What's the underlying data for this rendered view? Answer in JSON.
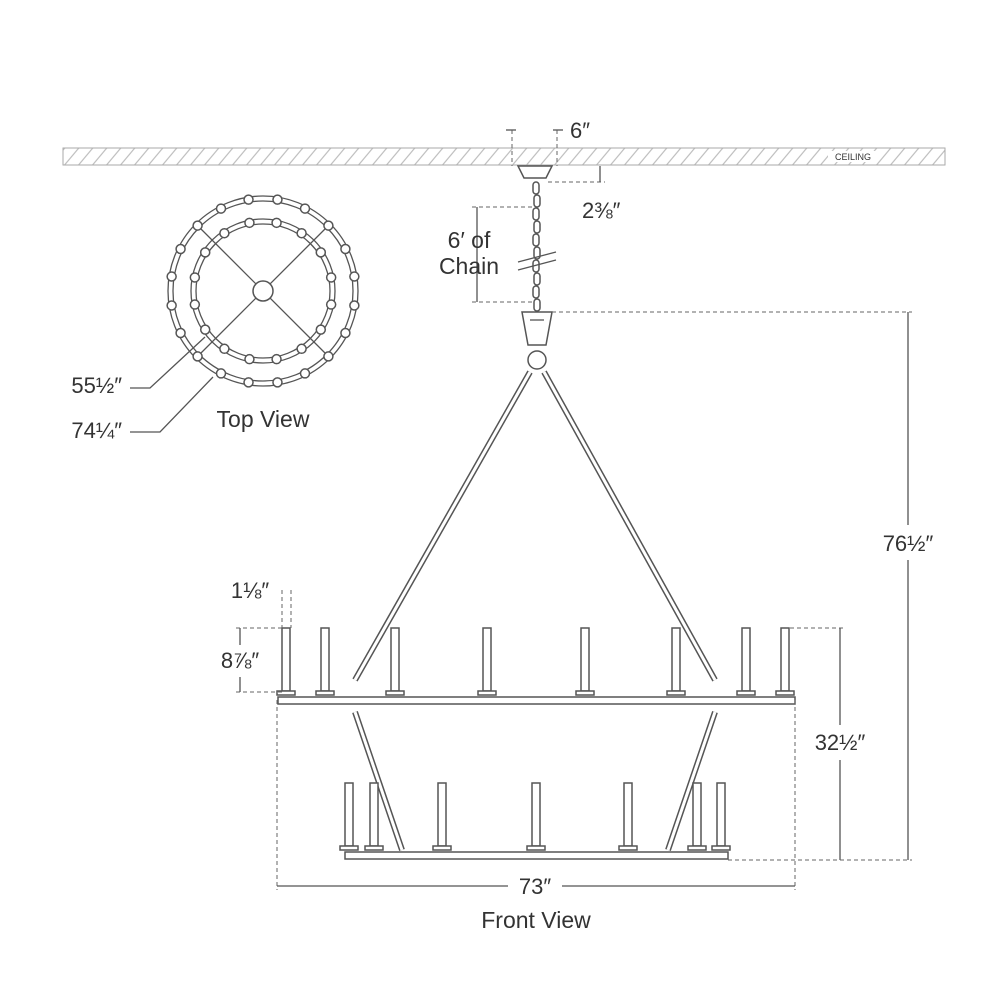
{
  "ceiling_label": "CEILING",
  "dimensions": {
    "canopy_width": "6″",
    "canopy_height": "2⅜″",
    "chain_line1": "6′ of",
    "chain_line2": "Chain",
    "overall_height": "76½″",
    "body_height": "32½″",
    "overall_width": "73″",
    "candle_width": "1⅛″",
    "candle_height": "8⅞″",
    "inner_diameter": "55½″",
    "outer_diameter": "74¼″"
  },
  "views": {
    "top": "Top View",
    "front": "Front View"
  }
}
